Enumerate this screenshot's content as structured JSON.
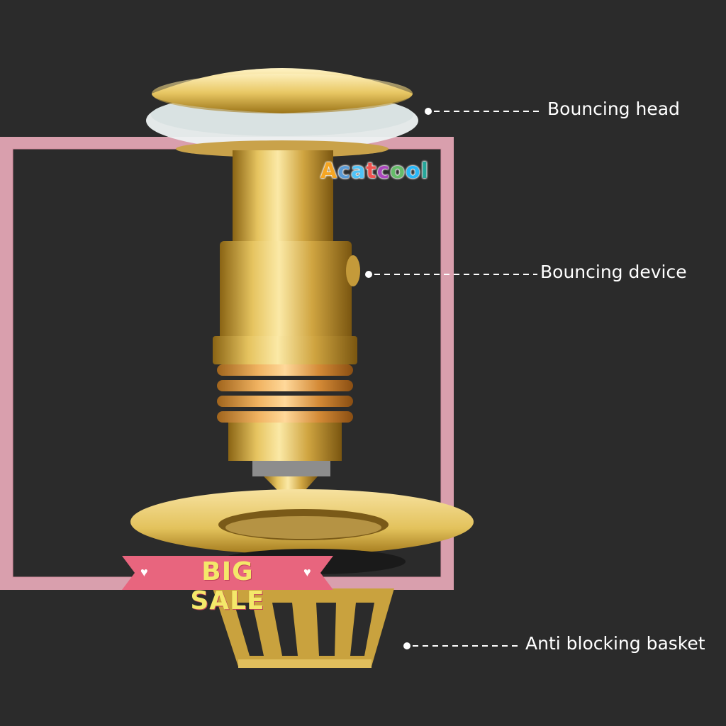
{
  "callouts": {
    "head": "Bouncing head",
    "device": "Bouncing device",
    "basket": "Anti blocking basket"
  },
  "brand": {
    "letters": [
      "A",
      "c",
      "a",
      "t",
      "c",
      "o",
      "o",
      "l"
    ],
    "colors": [
      "#f5a623",
      "#5b9bd5",
      "#4fc3f7",
      "#ef5350",
      "#ab47bc",
      "#66bb6a",
      "#29b6f6",
      "#26a69a"
    ]
  },
  "sale": {
    "label": "BIG SALE"
  },
  "colors": {
    "background": "#2b2b2b",
    "frame_pink": "#e8a9b8",
    "ribbon": "#e8657e",
    "brass_light": "#f4dc86",
    "brass_dark": "#a07820",
    "callout_text": "#ffffff"
  }
}
